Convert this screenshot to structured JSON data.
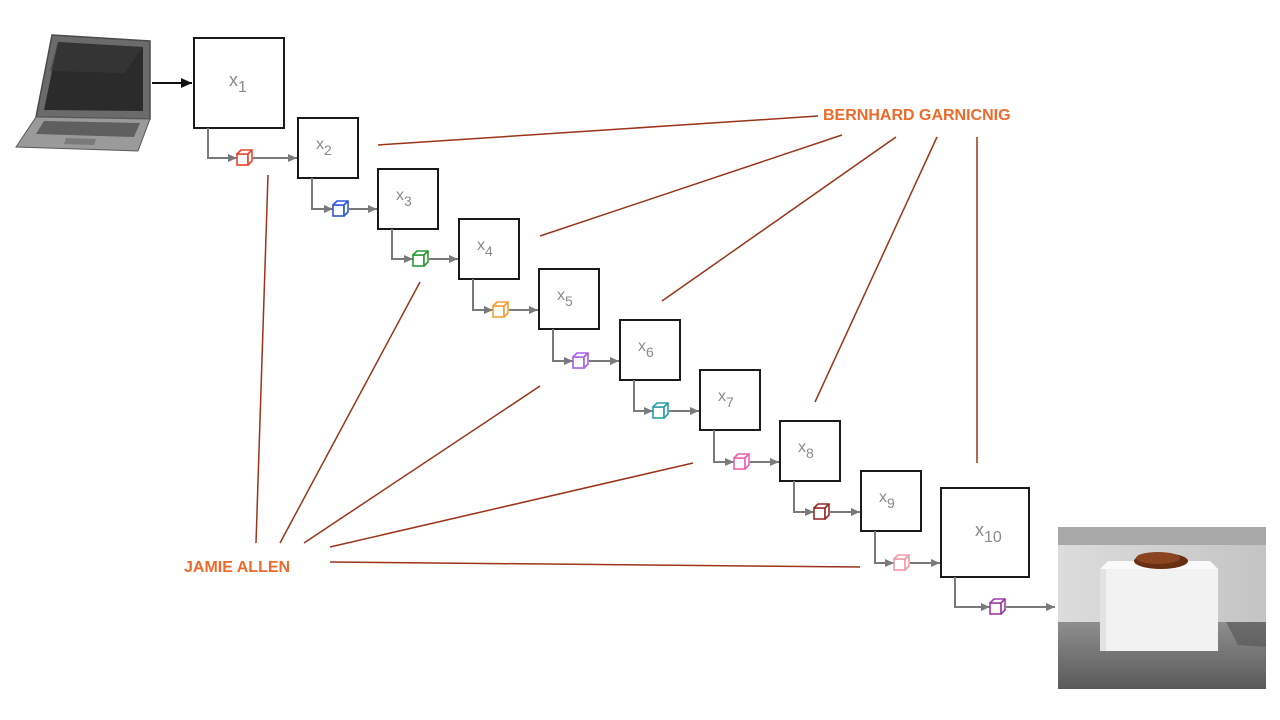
{
  "people": {
    "bernhard": "BERNHARD GARNICNIG",
    "jamie": "JAMIE ALLEN"
  },
  "nodes": [
    {
      "base": "x",
      "sub": "1"
    },
    {
      "base": "x",
      "sub": "2"
    },
    {
      "base": "x",
      "sub": "3"
    },
    {
      "base": "x",
      "sub": "4"
    },
    {
      "base": "x",
      "sub": "5"
    },
    {
      "base": "x",
      "sub": "6"
    },
    {
      "base": "x",
      "sub": "7"
    },
    {
      "base": "x",
      "sub": "8"
    },
    {
      "base": "x",
      "sub": "9"
    },
    {
      "base": "x",
      "sub": "10"
    }
  ],
  "cube_colors": [
    "#e8462f",
    "#2f56e0",
    "#2c9a36",
    "#f0a030",
    "#a860e8",
    "#2a9ea6",
    "#ee5fae",
    "#9a2a2a",
    "#f29aa6",
    "#a23aa8"
  ],
  "colors": {
    "connector": "#9b3418",
    "arrow": "#7a7a7a",
    "person_label": "#ee6a2a",
    "box_border": "#1a1a1a"
  },
  "icons": {
    "source": "laptop-icon",
    "output": "gallery-pedestal-image"
  }
}
